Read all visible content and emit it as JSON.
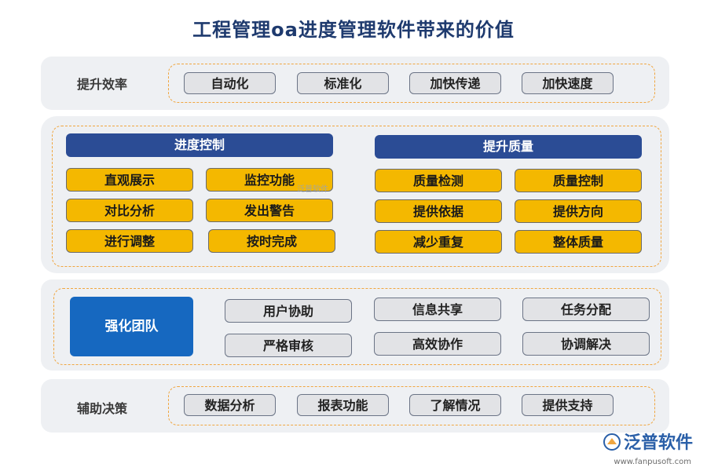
{
  "title": "工程管理oa进度管理软件带来的价值",
  "row1": {
    "label": "提升效率",
    "items": [
      "自动化",
      "标准化",
      "加快传递",
      "加快速度"
    ]
  },
  "row2": {
    "left": {
      "header": "进度控制",
      "items": [
        "直观展示",
        "监控功能",
        "对比分析",
        "发出警告",
        "进行调整",
        "按时完成"
      ]
    },
    "right": {
      "header": "提升质量",
      "items": [
        "质量检测",
        "质量控制",
        "提供依据",
        "提供方向",
        "减少重复",
        "整体质量"
      ]
    },
    "watermark": "泛普软件"
  },
  "row3": {
    "big": "强化团队",
    "items": [
      "用户协助",
      "信息共享",
      "任务分配",
      "严格审核",
      "高效协作",
      "协调解决"
    ]
  },
  "row4": {
    "label": "辅助决策",
    "items": [
      "数据分析",
      "报表功能",
      "了解情况",
      "提供支持"
    ]
  },
  "brand": {
    "name": "泛普软件",
    "url": "www.fanpusoft.com"
  },
  "colors": {
    "accent_dark": "#2b4c95",
    "accent_yellow": "#f4b800",
    "accent_blue": "#1668c0",
    "dash": "#f0a640"
  }
}
